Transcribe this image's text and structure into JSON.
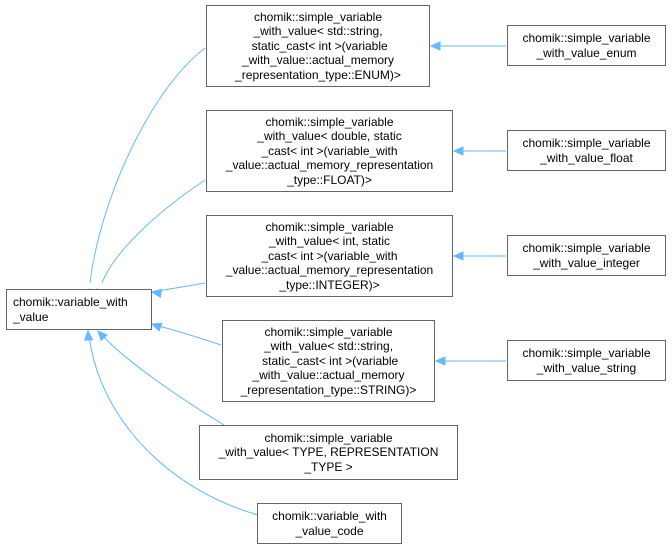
{
  "diagram": {
    "edge_color": "#63b8ff",
    "node_border": "#666666",
    "nodes": [
      {
        "id": "base",
        "lines": [
          "chomik::variable_with",
          "_value"
        ]
      },
      {
        "id": "svw_enum",
        "lines": [
          "chomik::simple_variable",
          "_with_value< std::string,",
          " static_cast< int >(variable",
          "_with_value::actual_memory",
          "_representation_type::ENUM)>"
        ]
      },
      {
        "id": "svw_float",
        "lines": [
          "chomik::simple_variable",
          "_with_value< double, static",
          "_cast< int >(variable_with",
          "_value::actual_memory_representation",
          "_type::FLOAT)>"
        ]
      },
      {
        "id": "svw_int",
        "lines": [
          "chomik::simple_variable",
          "_with_value< int, static",
          "_cast< int >(variable_with",
          "_value::actual_memory_representation",
          "_type::INTEGER)>"
        ]
      },
      {
        "id": "svw_string",
        "lines": [
          "chomik::simple_variable",
          "_with_value< std::string,",
          " static_cast< int >(variable",
          "_with_value::actual_memory",
          "_representation_type::STRING)>"
        ]
      },
      {
        "id": "svw_tmpl",
        "lines": [
          "chomik::simple_variable",
          "_with_value< TYPE, REPRESENTATION",
          "_TYPE >"
        ]
      },
      {
        "id": "code",
        "lines": [
          "chomik::variable_with",
          "_value_code"
        ]
      },
      {
        "id": "enum",
        "lines": [
          "chomik::simple_variable",
          "_with_value_enum"
        ]
      },
      {
        "id": "float",
        "lines": [
          "chomik::simple_variable",
          "_with_value_float"
        ]
      },
      {
        "id": "integer",
        "lines": [
          "chomik::simple_variable",
          "_with_value_integer"
        ]
      },
      {
        "id": "string",
        "lines": [
          "chomik::simple_variable",
          "_with_value_string"
        ]
      }
    ],
    "edges": [
      {
        "from": "svw_enum",
        "to": "base"
      },
      {
        "from": "svw_float",
        "to": "base"
      },
      {
        "from": "svw_int",
        "to": "base"
      },
      {
        "from": "svw_string",
        "to": "base"
      },
      {
        "from": "svw_tmpl",
        "to": "base"
      },
      {
        "from": "code",
        "to": "base"
      },
      {
        "from": "enum",
        "to": "svw_enum"
      },
      {
        "from": "float",
        "to": "svw_float"
      },
      {
        "from": "integer",
        "to": "svw_int"
      },
      {
        "from": "string",
        "to": "svw_string"
      }
    ]
  }
}
